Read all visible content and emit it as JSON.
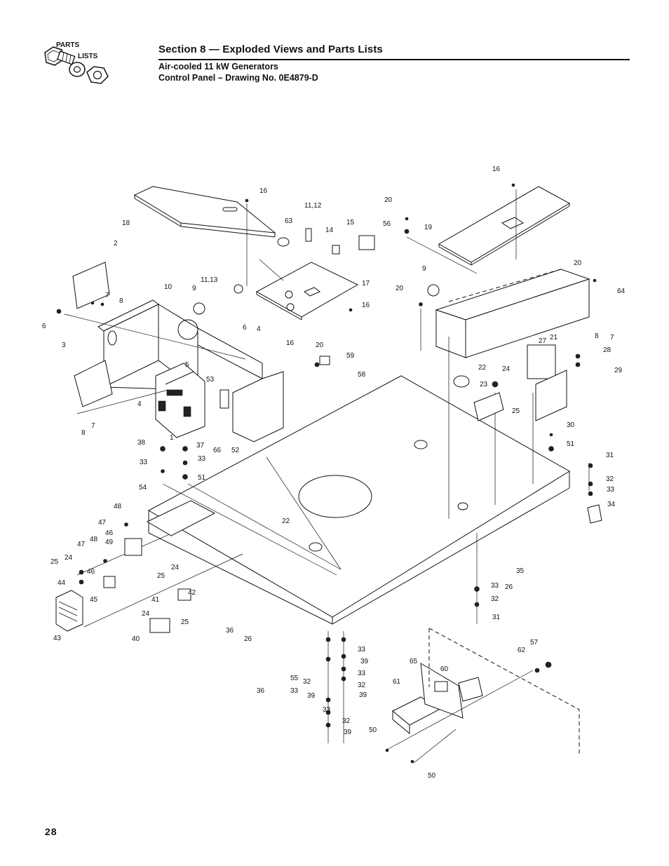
{
  "header": {
    "logo_top": "PARTS",
    "logo_bottom": "LISTS",
    "section_title": "Section 8 — Exploded Views and Parts Lists",
    "subtitle_line1": "Air-cooled 11 kW Generators",
    "subtitle_line2": "Control Panel – Drawing No. 0E4879-D"
  },
  "footer": {
    "page_number": "28"
  },
  "callouts": [
    "16",
    "18",
    "11,12",
    "63",
    "14",
    "15",
    "20",
    "56",
    "19",
    "16",
    "2",
    "10",
    "9",
    "11,13",
    "17",
    "16",
    "20",
    "9",
    "20",
    "64",
    "7",
    "8",
    "6",
    "6",
    "4",
    "16",
    "20",
    "59",
    "21",
    "8",
    "7",
    "28",
    "27",
    "29",
    "3",
    "5",
    "53",
    "22",
    "24",
    "23",
    "25",
    "58",
    "4",
    "1",
    "66",
    "52",
    "30",
    "51",
    "8",
    "7",
    "38",
    "37",
    "33",
    "33",
    "51",
    "54",
    "31",
    "32",
    "33",
    "34",
    "48",
    "47",
    "46",
    "49",
    "22",
    "47",
    "48",
    "46",
    "25",
    "24",
    "44",
    "45",
    "25",
    "24",
    "42",
    "41",
    "24",
    "25",
    "40",
    "43",
    "36",
    "26",
    "36",
    "35",
    "33",
    "26",
    "32",
    "31",
    "55",
    "32",
    "33",
    "33",
    "39",
    "33",
    "32",
    "39",
    "39",
    "33",
    "32",
    "39",
    "65",
    "60",
    "61",
    "62",
    "57",
    "50",
    "50"
  ]
}
